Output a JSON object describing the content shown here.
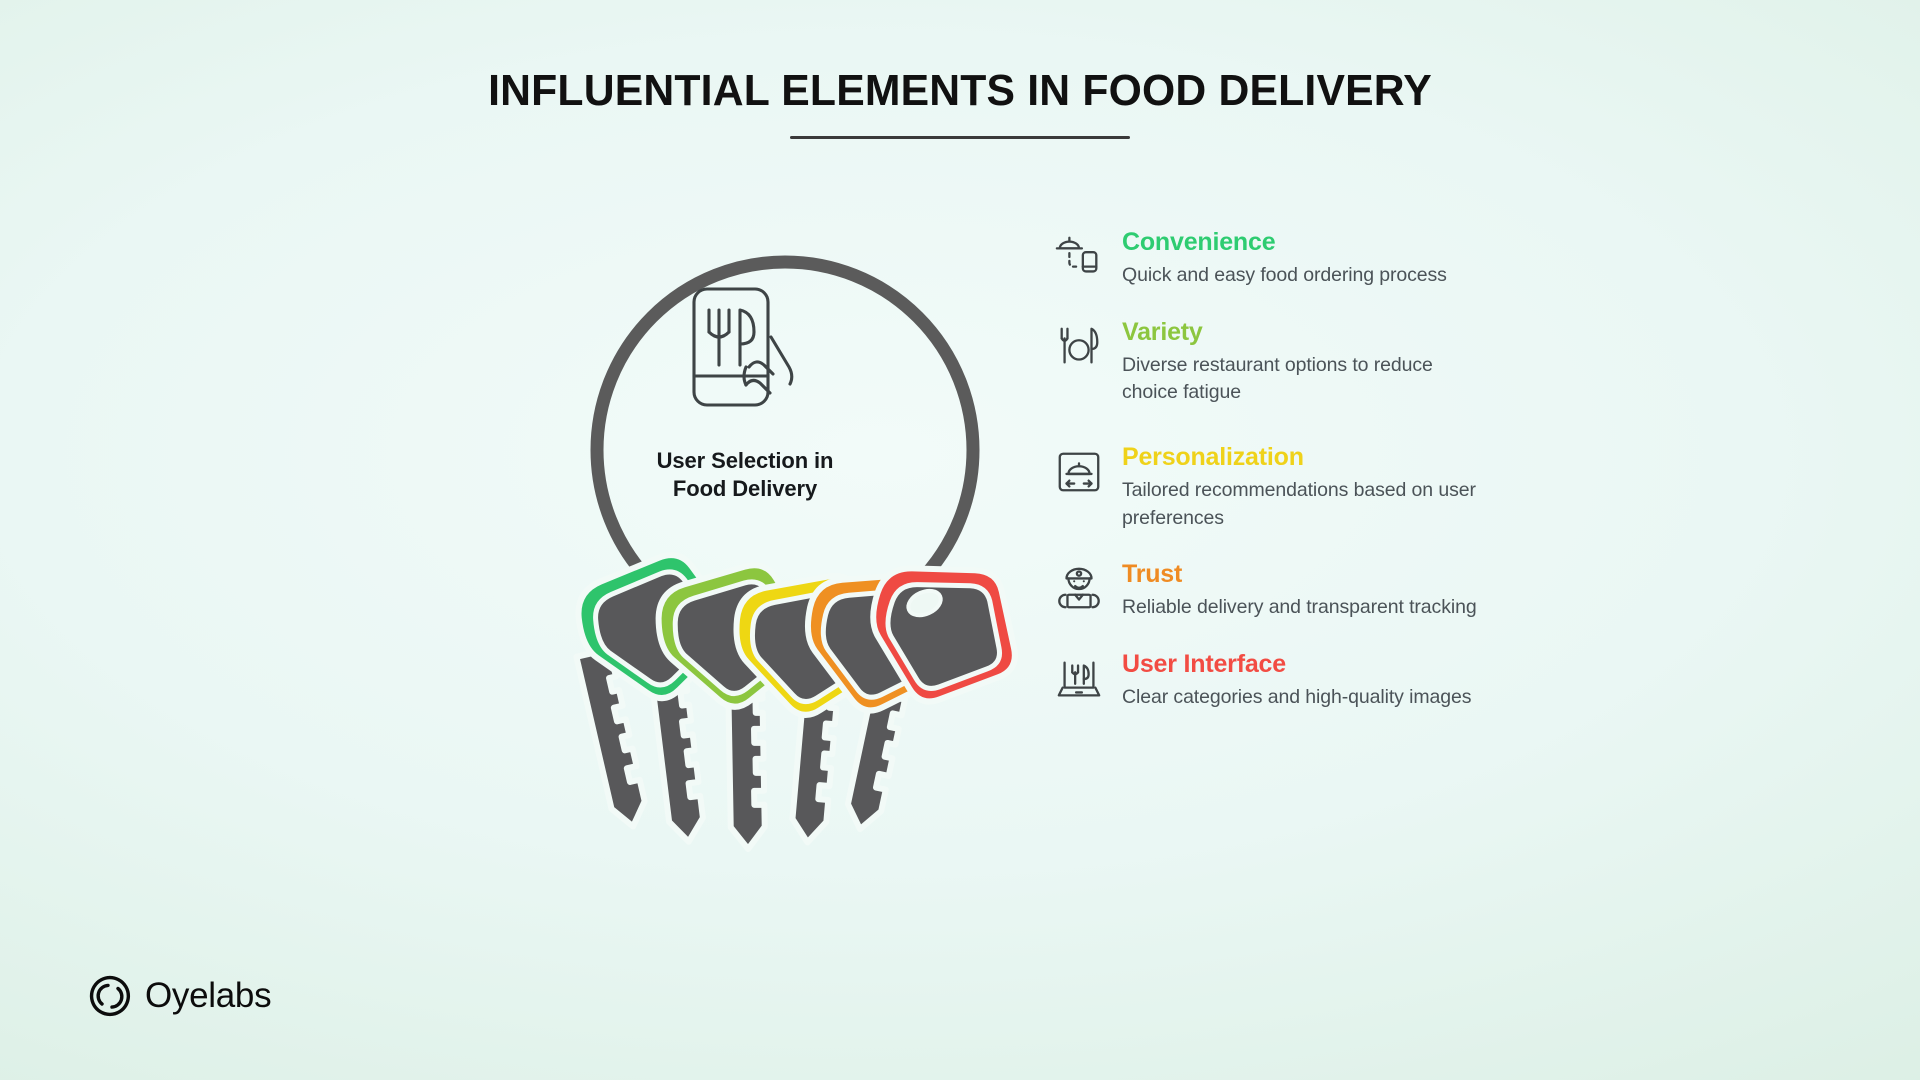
{
  "page": {
    "title": "INFLUENTIAL ELEMENTS IN FOOD DELIVERY",
    "background_color": "#e6f4ef"
  },
  "center": {
    "caption_line1": "User Selection in",
    "caption_line2": "Food Delivery",
    "icon": "phone-food-order-icon",
    "ring_color": "#5b5b5b"
  },
  "keys": {
    "icon": "keyring-five-keys-icon",
    "body_color": "#58585a",
    "cap_colors": [
      "#2ec46c",
      "#8cc63f",
      "#eed713",
      "#ef9022",
      "#ef4a43"
    ]
  },
  "list": {
    "items": [
      {
        "title": "Convenience",
        "description": "Quick and easy food ordering process",
        "color": "#2ecc71",
        "icon": "food-cloche-phone-icon"
      },
      {
        "title": "Variety",
        "description": "Diverse restaurant options to reduce choice fatigue",
        "color": "#8cc63f",
        "icon": "fork-plate-knife-icon"
      },
      {
        "title": "Personalization",
        "description": "Tailored recommendations based on user preferences",
        "color": "#efd21a",
        "icon": "cloche-in-frame-arrows-icon"
      },
      {
        "title": "Trust",
        "description": "Reliable delivery and transparent tracking",
        "color": "#ef8b23",
        "icon": "delivery-person-box-icon"
      },
      {
        "title": "User Interface",
        "description": "Clear categories and high-quality images",
        "color": "#f24c43",
        "icon": "laptop-cutlery-icon"
      }
    ]
  },
  "logo": {
    "name": "Oyelabs",
    "mark": "oyelabs-swirl-icon"
  }
}
